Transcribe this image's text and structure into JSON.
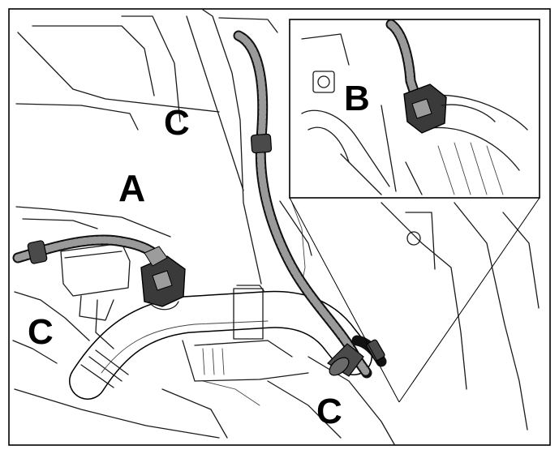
{
  "callouts": {
    "a": "A",
    "b": "B",
    "c_top": "C",
    "c_left": "C",
    "c_bottom": "C"
  },
  "colors": {
    "line": "#1a1a1a",
    "harness": "#111111",
    "connector": "#3a3a3a",
    "background": "#ffffff"
  },
  "icons": {
    "arrow": "solid-black-arrow",
    "connector": "electrical-connector",
    "clip": "harness-clip"
  }
}
